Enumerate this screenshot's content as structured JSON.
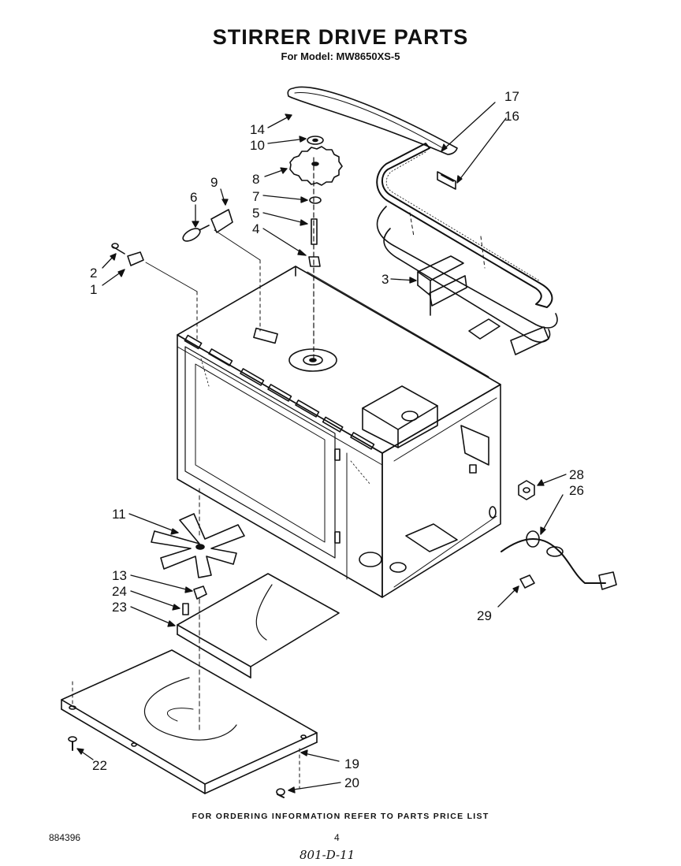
{
  "header": {
    "title": "STIRRER DRIVE PARTS",
    "subtitle": "For Model: MW8650XS-5"
  },
  "callouts": [
    {
      "id": "c14",
      "label": "14"
    },
    {
      "id": "c10",
      "label": "10"
    },
    {
      "id": "c8",
      "label": "8"
    },
    {
      "id": "c9",
      "label": "9"
    },
    {
      "id": "c6",
      "label": "6"
    },
    {
      "id": "c7",
      "label": "7"
    },
    {
      "id": "c5",
      "label": "5"
    },
    {
      "id": "c4",
      "label": "4"
    },
    {
      "id": "c2",
      "label": "2"
    },
    {
      "id": "c1",
      "label": "1"
    },
    {
      "id": "c17",
      "label": "17"
    },
    {
      "id": "c16",
      "label": "16"
    },
    {
      "id": "c3",
      "label": "3"
    },
    {
      "id": "c11",
      "label": "11"
    },
    {
      "id": "c13",
      "label": "13"
    },
    {
      "id": "c24",
      "label": "24"
    },
    {
      "id": "c23",
      "label": "23"
    },
    {
      "id": "c28",
      "label": "28"
    },
    {
      "id": "c26",
      "label": "26"
    },
    {
      "id": "c29",
      "label": "29"
    },
    {
      "id": "c22",
      "label": "22"
    },
    {
      "id": "c19",
      "label": "19"
    },
    {
      "id": "c20",
      "label": "20"
    }
  ],
  "footer": {
    "ordering_note": "FOR ORDERING INFORMATION REFER TO PARTS PRICE LIST",
    "document_number": "884396",
    "page_number": "4",
    "handwritten_note": "801-D-11"
  }
}
